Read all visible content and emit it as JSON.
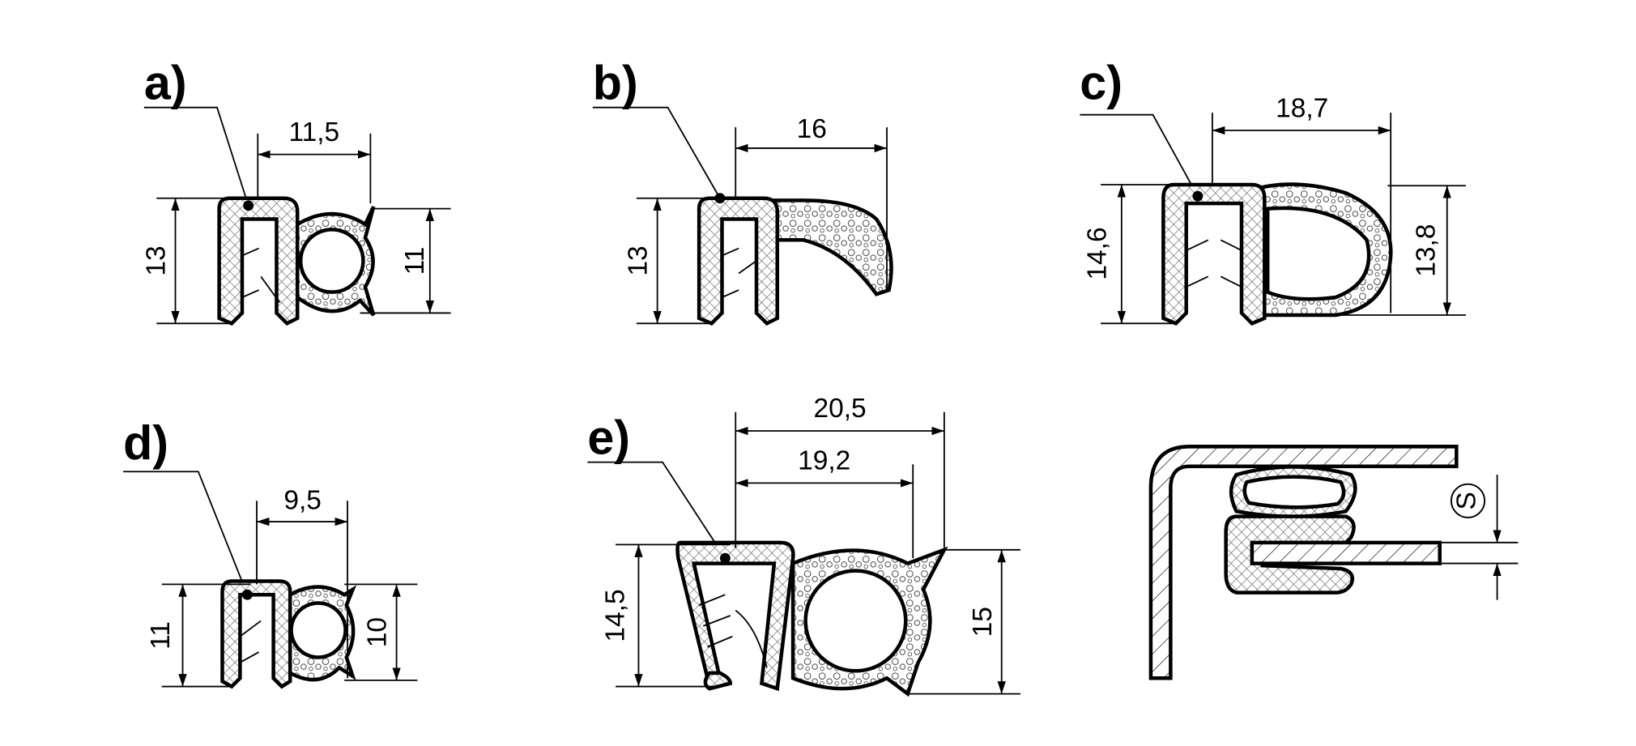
{
  "figure": {
    "profiles": [
      {
        "label": "a)",
        "width": "11,5",
        "height_left": "13",
        "height_right": "11"
      },
      {
        "label": "b)",
        "width": "16",
        "height_left": "13"
      },
      {
        "label": "c)",
        "width": "18,7",
        "height_left": "14,6",
        "height_right": "13,8"
      },
      {
        "label": "d)",
        "width": "9,5",
        "height_left": "11",
        "height_right": "10"
      },
      {
        "label": "e)",
        "width_outer": "20,5",
        "width_inner": "19,2",
        "height_left": "14,5",
        "height_right": "15"
      }
    ],
    "assembly": {
      "thickness_symbol": "S"
    }
  }
}
